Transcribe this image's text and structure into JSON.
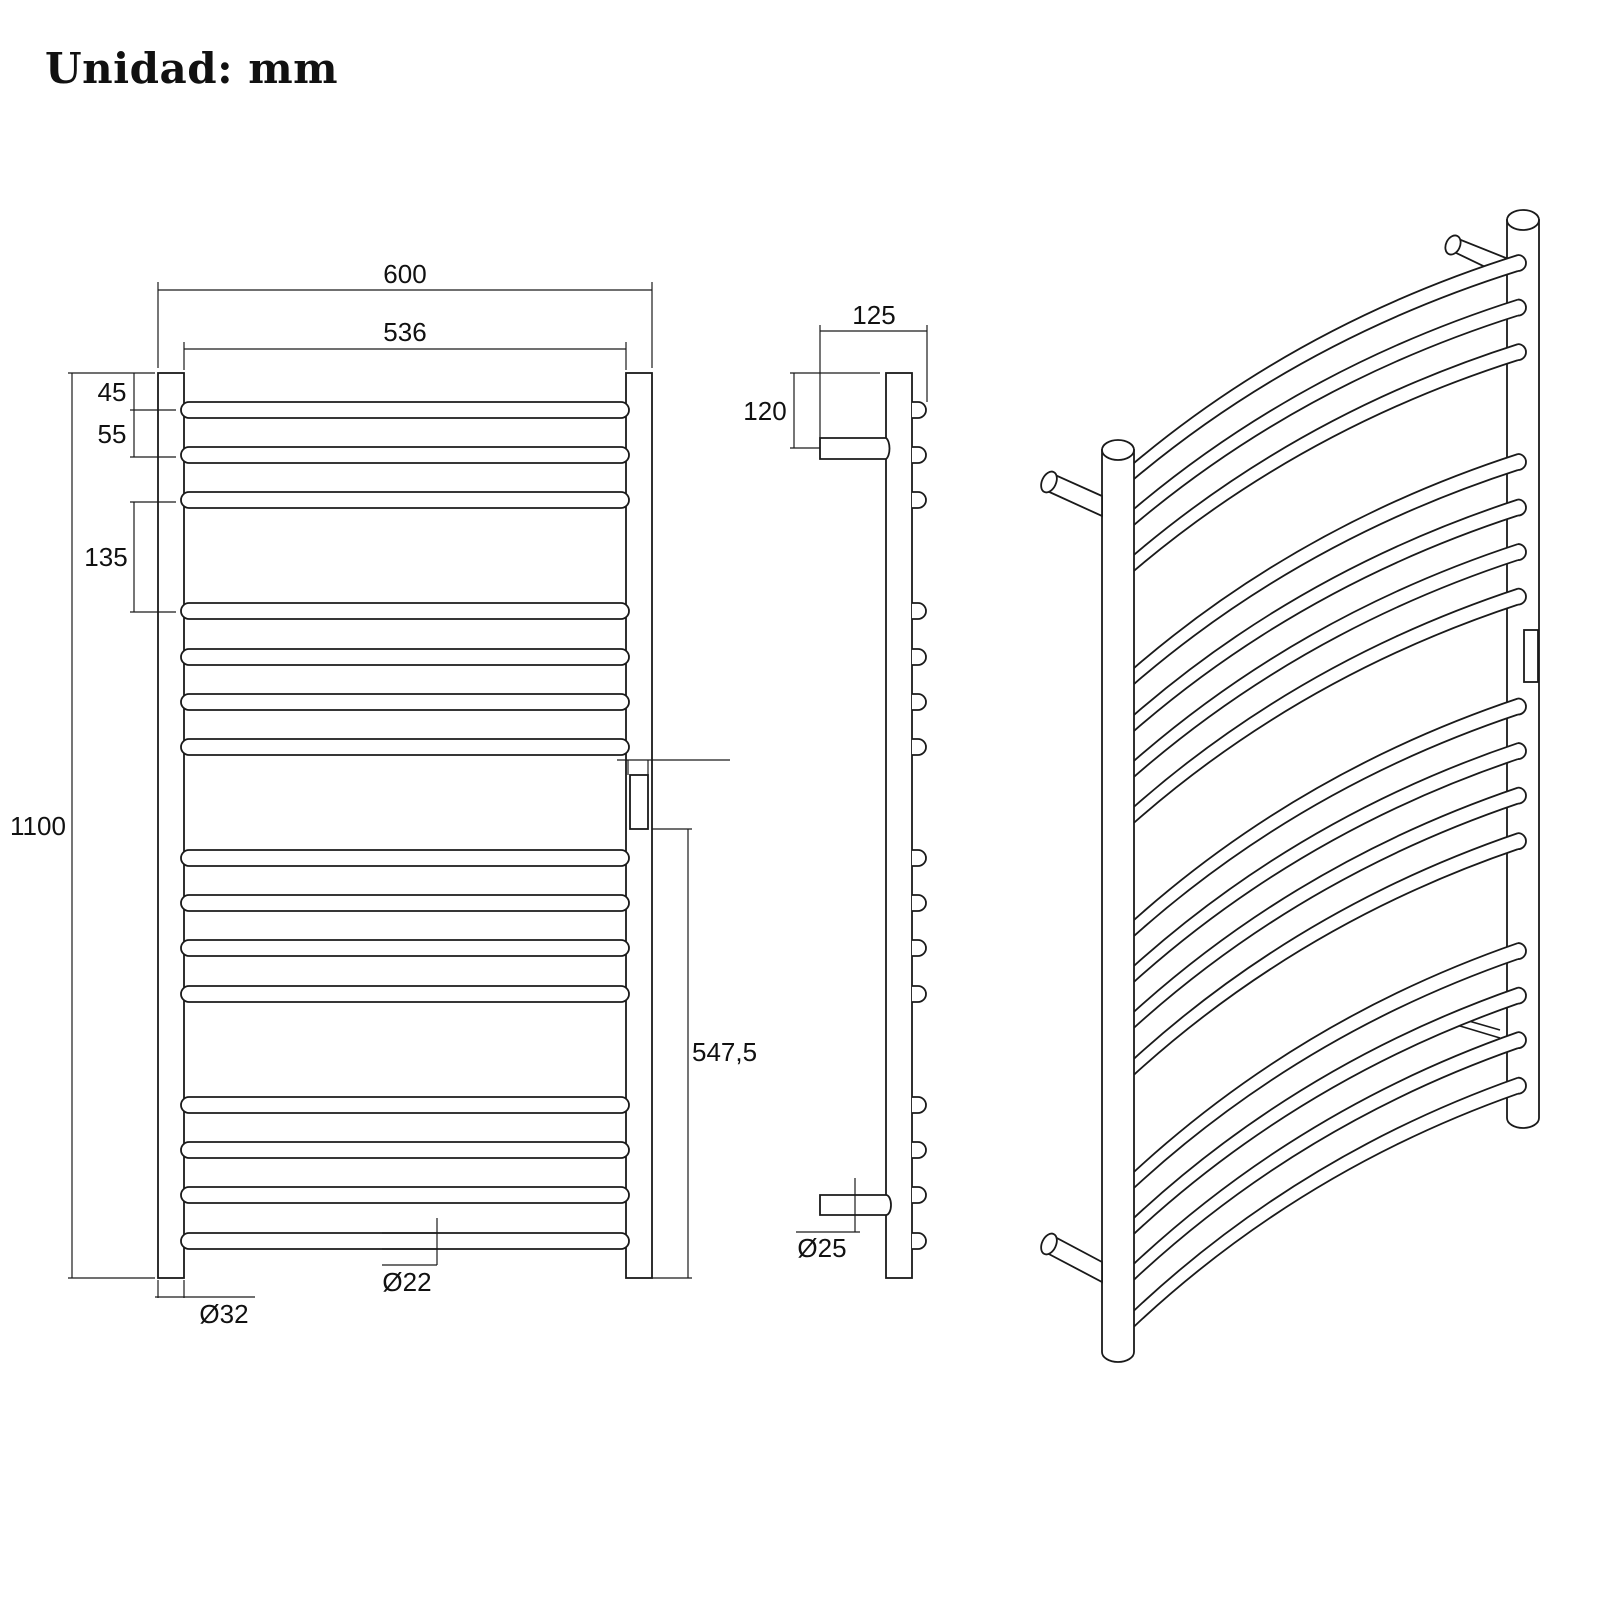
{
  "title": "Unidad: mm",
  "dimensions": {
    "overall_width": "600",
    "inner_width": "536",
    "height": "1100",
    "top_gap": "45",
    "bar_spacing": "55",
    "group_gap": "135",
    "connection_height": "547,5",
    "rail_diameter": "Ø32",
    "bar_diameter": "Ø22",
    "depth": "125",
    "bracket_offset": "120",
    "bracket_diameter": "Ø25"
  }
}
